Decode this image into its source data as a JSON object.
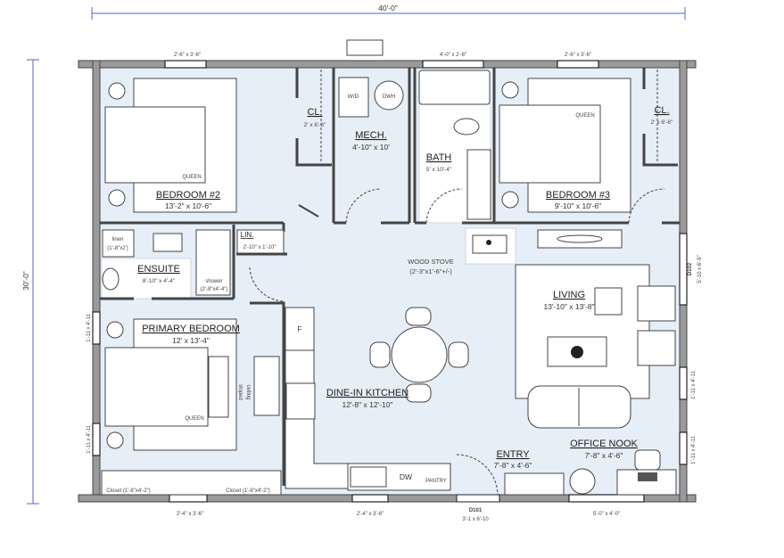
{
  "dimensions": {
    "width_total": "40'-0\"",
    "depth_total": "30'-0\""
  },
  "rooms": {
    "bedroom2": {
      "name": "BEDROOM #2",
      "size": "13'-2\" x 10'-6\"",
      "bed": "QUEEN"
    },
    "closet_left": {
      "name": "CL.",
      "size": "2' x 6'-6\""
    },
    "mech": {
      "name": "MECH.",
      "size": "4'-10\" x 10'",
      "wd": "W/D",
      "dwh": "DWH"
    },
    "bath": {
      "name": "BATH",
      "size": "5' x 10'-4\""
    },
    "bedroom3": {
      "name": "BEDROOM #3",
      "size": "9'-10\" x 10'-6\"",
      "bed": "QUEEN"
    },
    "closet_right": {
      "name": "CL.",
      "size": "2' x 6'-6\""
    },
    "linen": {
      "name": "linen",
      "size": "(1'-8\"x2')"
    },
    "ensuite": {
      "name": "ENSUITE",
      "size": "8'-10\" x 4'-4\""
    },
    "shower": {
      "name": "shower",
      "size": "(2'-8\"x4'-4\")"
    },
    "lin": {
      "name": "LIN.",
      "size": "2'-10\" x 1'-10\""
    },
    "wood_stove": {
      "name": "WOOD STOVE",
      "size": "(2'-3\"x1'-6\"+/-)"
    },
    "primary": {
      "name": "PRIMARY BEDROOM",
      "size": "12' x 13'-4\"",
      "bed": "QUEEN",
      "ceiling": "sloped",
      "ceiling2": "ceiling",
      "closet1": "Closet (1'-8\"x4'-2\")",
      "closet2": "Closet (1'-8\"x4'-2\")"
    },
    "kitchen": {
      "name": "DINE-IN KITCHEN",
      "size": "12'-8\" x 12'-10\"",
      "fridge": "F",
      "dw": "DW",
      "pantry": "PANTRY"
    },
    "living": {
      "name": "LIVING",
      "size": "13'-10\" x 13'-8\""
    },
    "entry": {
      "name": "ENTRY",
      "size": "7'-8\" x 4'-6\""
    },
    "office": {
      "name": "OFFICE NOOK",
      "size": "7'-8\" x 4'-6\""
    }
  },
  "windows": {
    "top1": "2'-6\" x 3'-6\"",
    "top2": "4'-0\" x 2'-6\"",
    "top3": "2'-6\" x 3'-6\"",
    "bottom1": "2'-4\" x 3'-6\"",
    "bottom2": "2'-4\" x 3'-6\"",
    "bottom3": "5'-0\" x 4'-0\"",
    "left1": "1'-11 x 4'-11",
    "left2": "1'-11 x 4'-11",
    "right1": "1'-11 x 4'-11",
    "right2": "1'-11 x 4'-11"
  },
  "doors": {
    "d101": "D101",
    "d101_size": "3'-1 x 6'-10",
    "d102": "D102",
    "d102_size": "5'-10 x 6'-9\""
  },
  "colors": {
    "floor": "#e6eef8",
    "wall": "#9a9a9a",
    "dim": "#5560c8"
  }
}
